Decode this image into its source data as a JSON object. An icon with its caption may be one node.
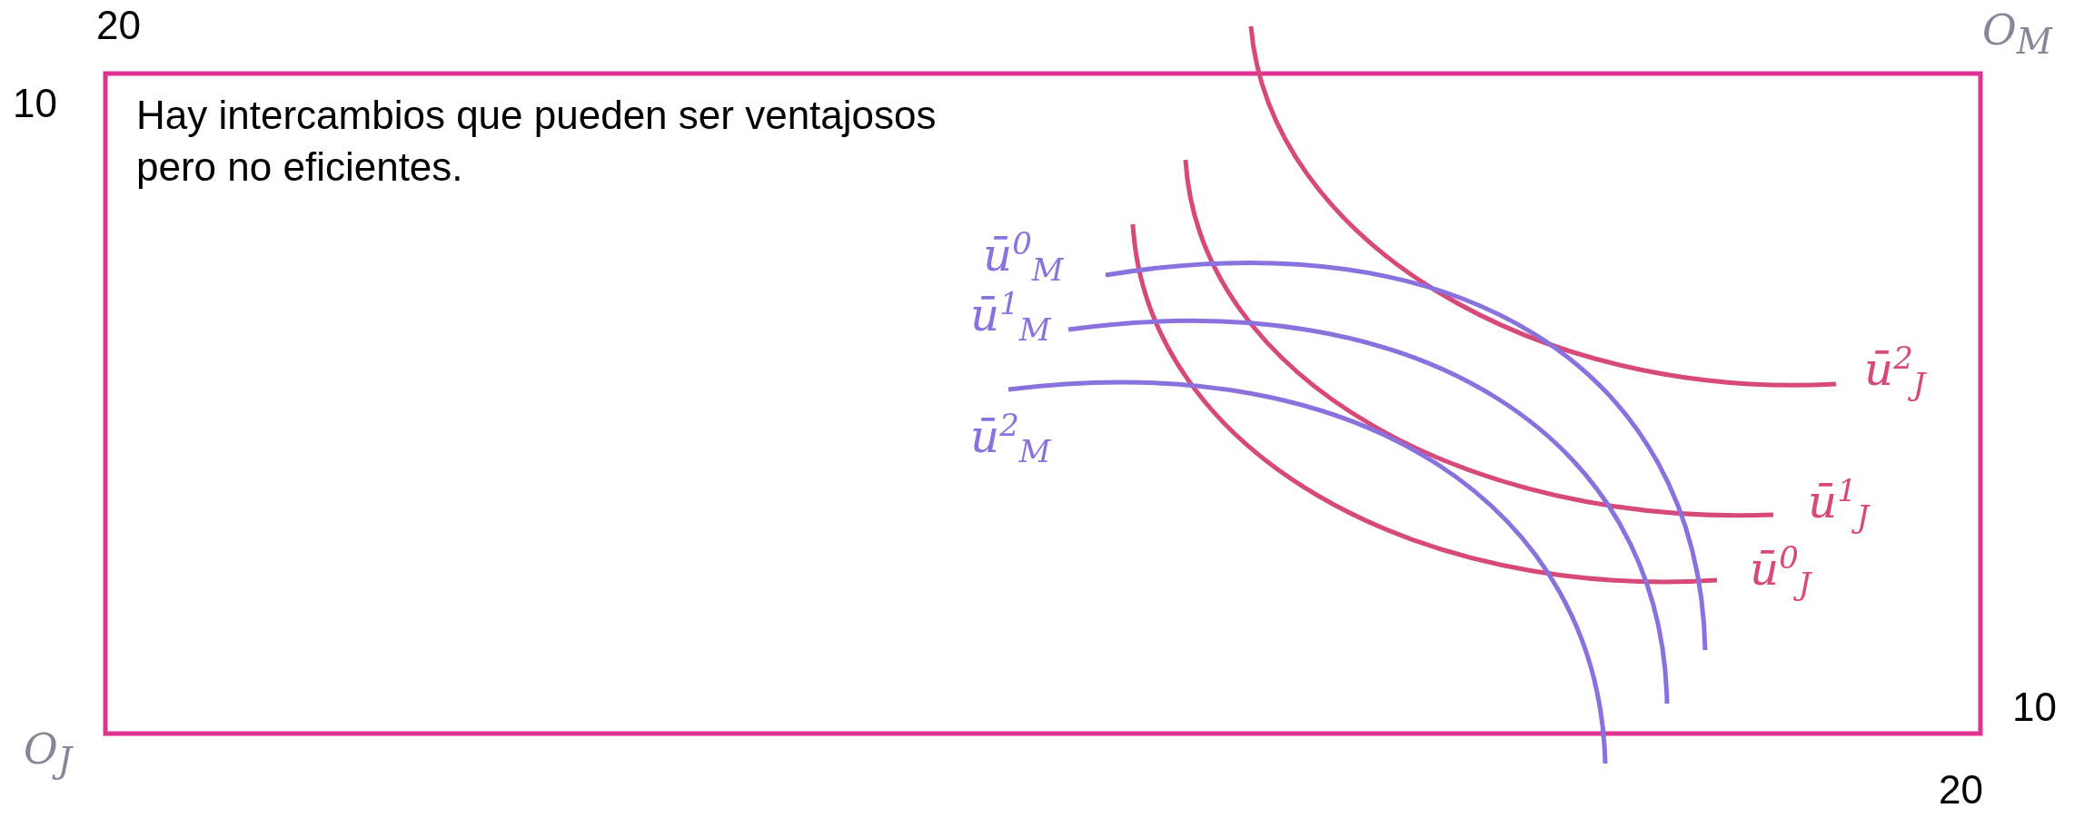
{
  "diagram": {
    "labels": [
      "20",
      "O$_{M}$",
      "10",
      "Hay intercambios que pueden ser ventajosos pero no eficientes.",
      "ū$^{0}$$_{M}$",
      "ū$^{1}$$_{M}$",
      "ū$^{2}$$_{J}$",
      "ū$^{2}$$_{M}$",
      "ū$^{1}$$_{J}$",
      "ū$^{0}$$_{J}$",
      "10",
      "O$_{J}$",
      "20"
    ]
  }
}
